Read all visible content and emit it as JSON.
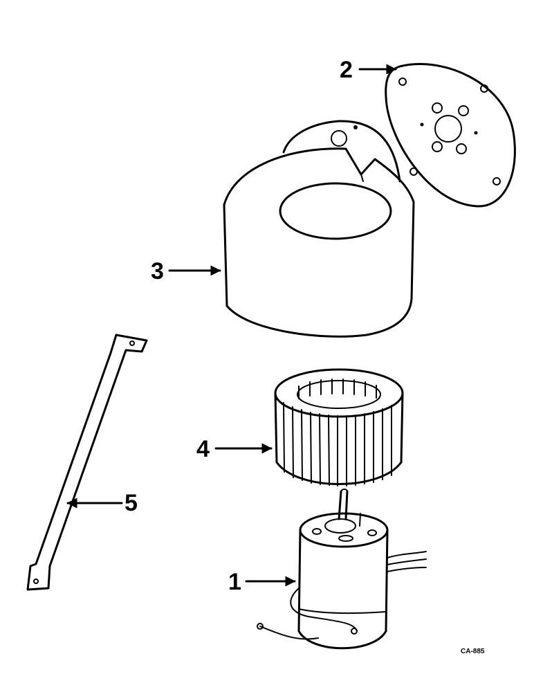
{
  "diagram": {
    "callouts": [
      {
        "id": "1",
        "label": "1"
      },
      {
        "id": "2",
        "label": "2"
      },
      {
        "id": "3",
        "label": "3"
      },
      {
        "id": "4",
        "label": "4"
      },
      {
        "id": "5",
        "label": "5"
      }
    ],
    "drawing_code": "CA-885"
  }
}
